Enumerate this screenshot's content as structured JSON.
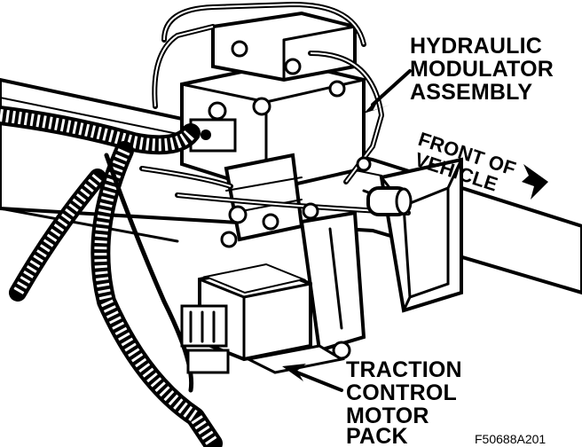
{
  "labels": {
    "hydraulic": [
      "HYDRAULIC",
      "MODULATOR",
      "ASSEMBLY"
    ],
    "front": [
      "FRONT OF",
      "VEHICLE"
    ],
    "traction": [
      "TRACTION",
      "CONTROL",
      "MOTOR",
      "PACK"
    ],
    "figure_code": "F50688A201"
  },
  "colors": {
    "ink": "#000000",
    "paper": "#ffffff"
  }
}
